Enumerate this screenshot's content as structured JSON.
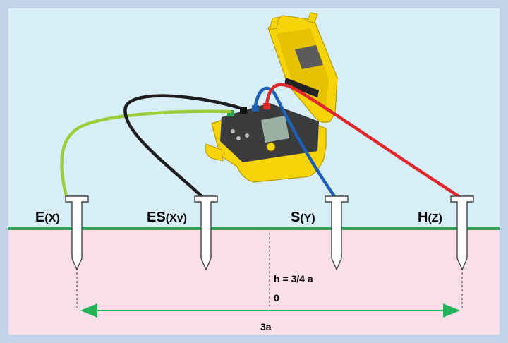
{
  "colors": {
    "frame": "#c3d3ea",
    "sky": "#d7eef9",
    "soil": "#fbdfe8",
    "ground_line": "#2ea35a",
    "measure_green": "#22b35b",
    "cable_green": "#9cce3a",
    "cable_black": "#1d1d1d",
    "cable_blue": "#1f5fb4",
    "cable_red": "#e0272b",
    "device_yellow": "#f6d40a",
    "device_dark": "#3a3b3d"
  },
  "electrodes": [
    {
      "id": "E",
      "main": "E",
      "sub": "(X)",
      "cable": "green"
    },
    {
      "id": "ES",
      "main": "ES",
      "sub": "(Xv)",
      "cable": "black"
    },
    {
      "id": "S",
      "main": "S",
      "sub": "(Y)",
      "cable": "blue"
    },
    {
      "id": "H",
      "main": "H",
      "sub": "(Z)",
      "cable": "red"
    }
  ],
  "annotations": {
    "h_label": "h = 3/4 a",
    "zero_label": "0",
    "span_label": "3a"
  },
  "icons": {
    "instrument": "earth-tester-icon",
    "electrode": "ground-stake-icon"
  }
}
